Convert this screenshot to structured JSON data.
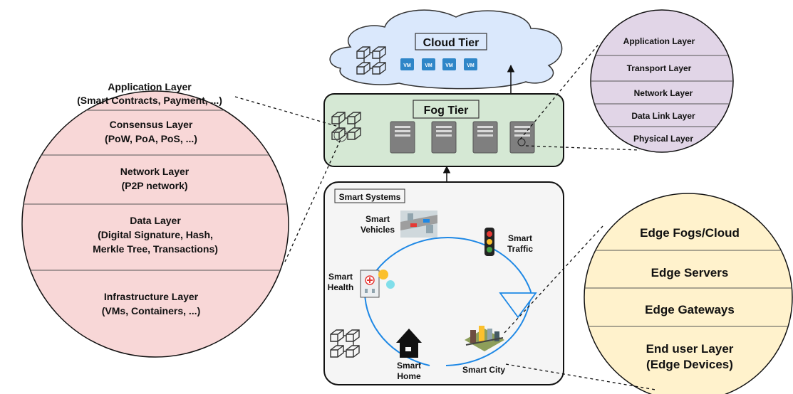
{
  "blockchain_layers": {
    "application": {
      "line1": "Application Layer",
      "line2": "(Smart Contracts, Payment, ...)"
    },
    "consensus": {
      "line1": "Consensus Layer",
      "line2": "(PoW, PoA, PoS, ...)"
    },
    "network": {
      "line1": "Network Layer",
      "line2": "(P2P network)"
    },
    "data": {
      "line1": "Data Layer",
      "line2": "(Digital Signature, Hash,",
      "line3": "Merkle Tree, Transactions)"
    },
    "infrastructure": {
      "line1": "Infrastructure Layer",
      "line2": "(VMs, Containers, ...)"
    }
  },
  "cloud_tier": {
    "title": "Cloud Tier",
    "vm_labels": [
      "VM",
      "VM",
      "VM",
      "VM"
    ]
  },
  "fog_tier": {
    "title": "Fog Tier"
  },
  "smart_systems": {
    "title": "Smart Systems",
    "vehicles": {
      "line1": "Smart",
      "line2": "Vehicles"
    },
    "traffic": {
      "line1": "Smart",
      "line2": "Traffic"
    },
    "health": {
      "line1": "Smart",
      "line2": "Health"
    },
    "home": {
      "line1": "Smart",
      "line2": "Home"
    },
    "city": {
      "label": "Smart City"
    }
  },
  "network_stack": {
    "layers": [
      "Application Layer",
      "Transport Layer",
      "Network Layer",
      "Data Link Layer",
      "Physical Layer"
    ]
  },
  "edge_stack": {
    "layers": [
      "Edge Fogs/Cloud",
      "Edge Servers",
      "Edge Gateways"
    ],
    "end_user": {
      "line1": "End user Layer",
      "line2": "(Edge Devices)"
    }
  },
  "colors": {
    "blockchain_circle_fill": "#f8d7d7",
    "cloud_fill": "#dae8fc",
    "fog_fill": "#d5e8d4",
    "smart_fill": "#f5f5f5",
    "network_circle_fill": "#e1d5e7",
    "edge_circle_fill": "#fff2cc",
    "vm_blue": "#2f86c8",
    "ring_blue": "#1e88e5",
    "server_gray": "#7f7f7f"
  }
}
